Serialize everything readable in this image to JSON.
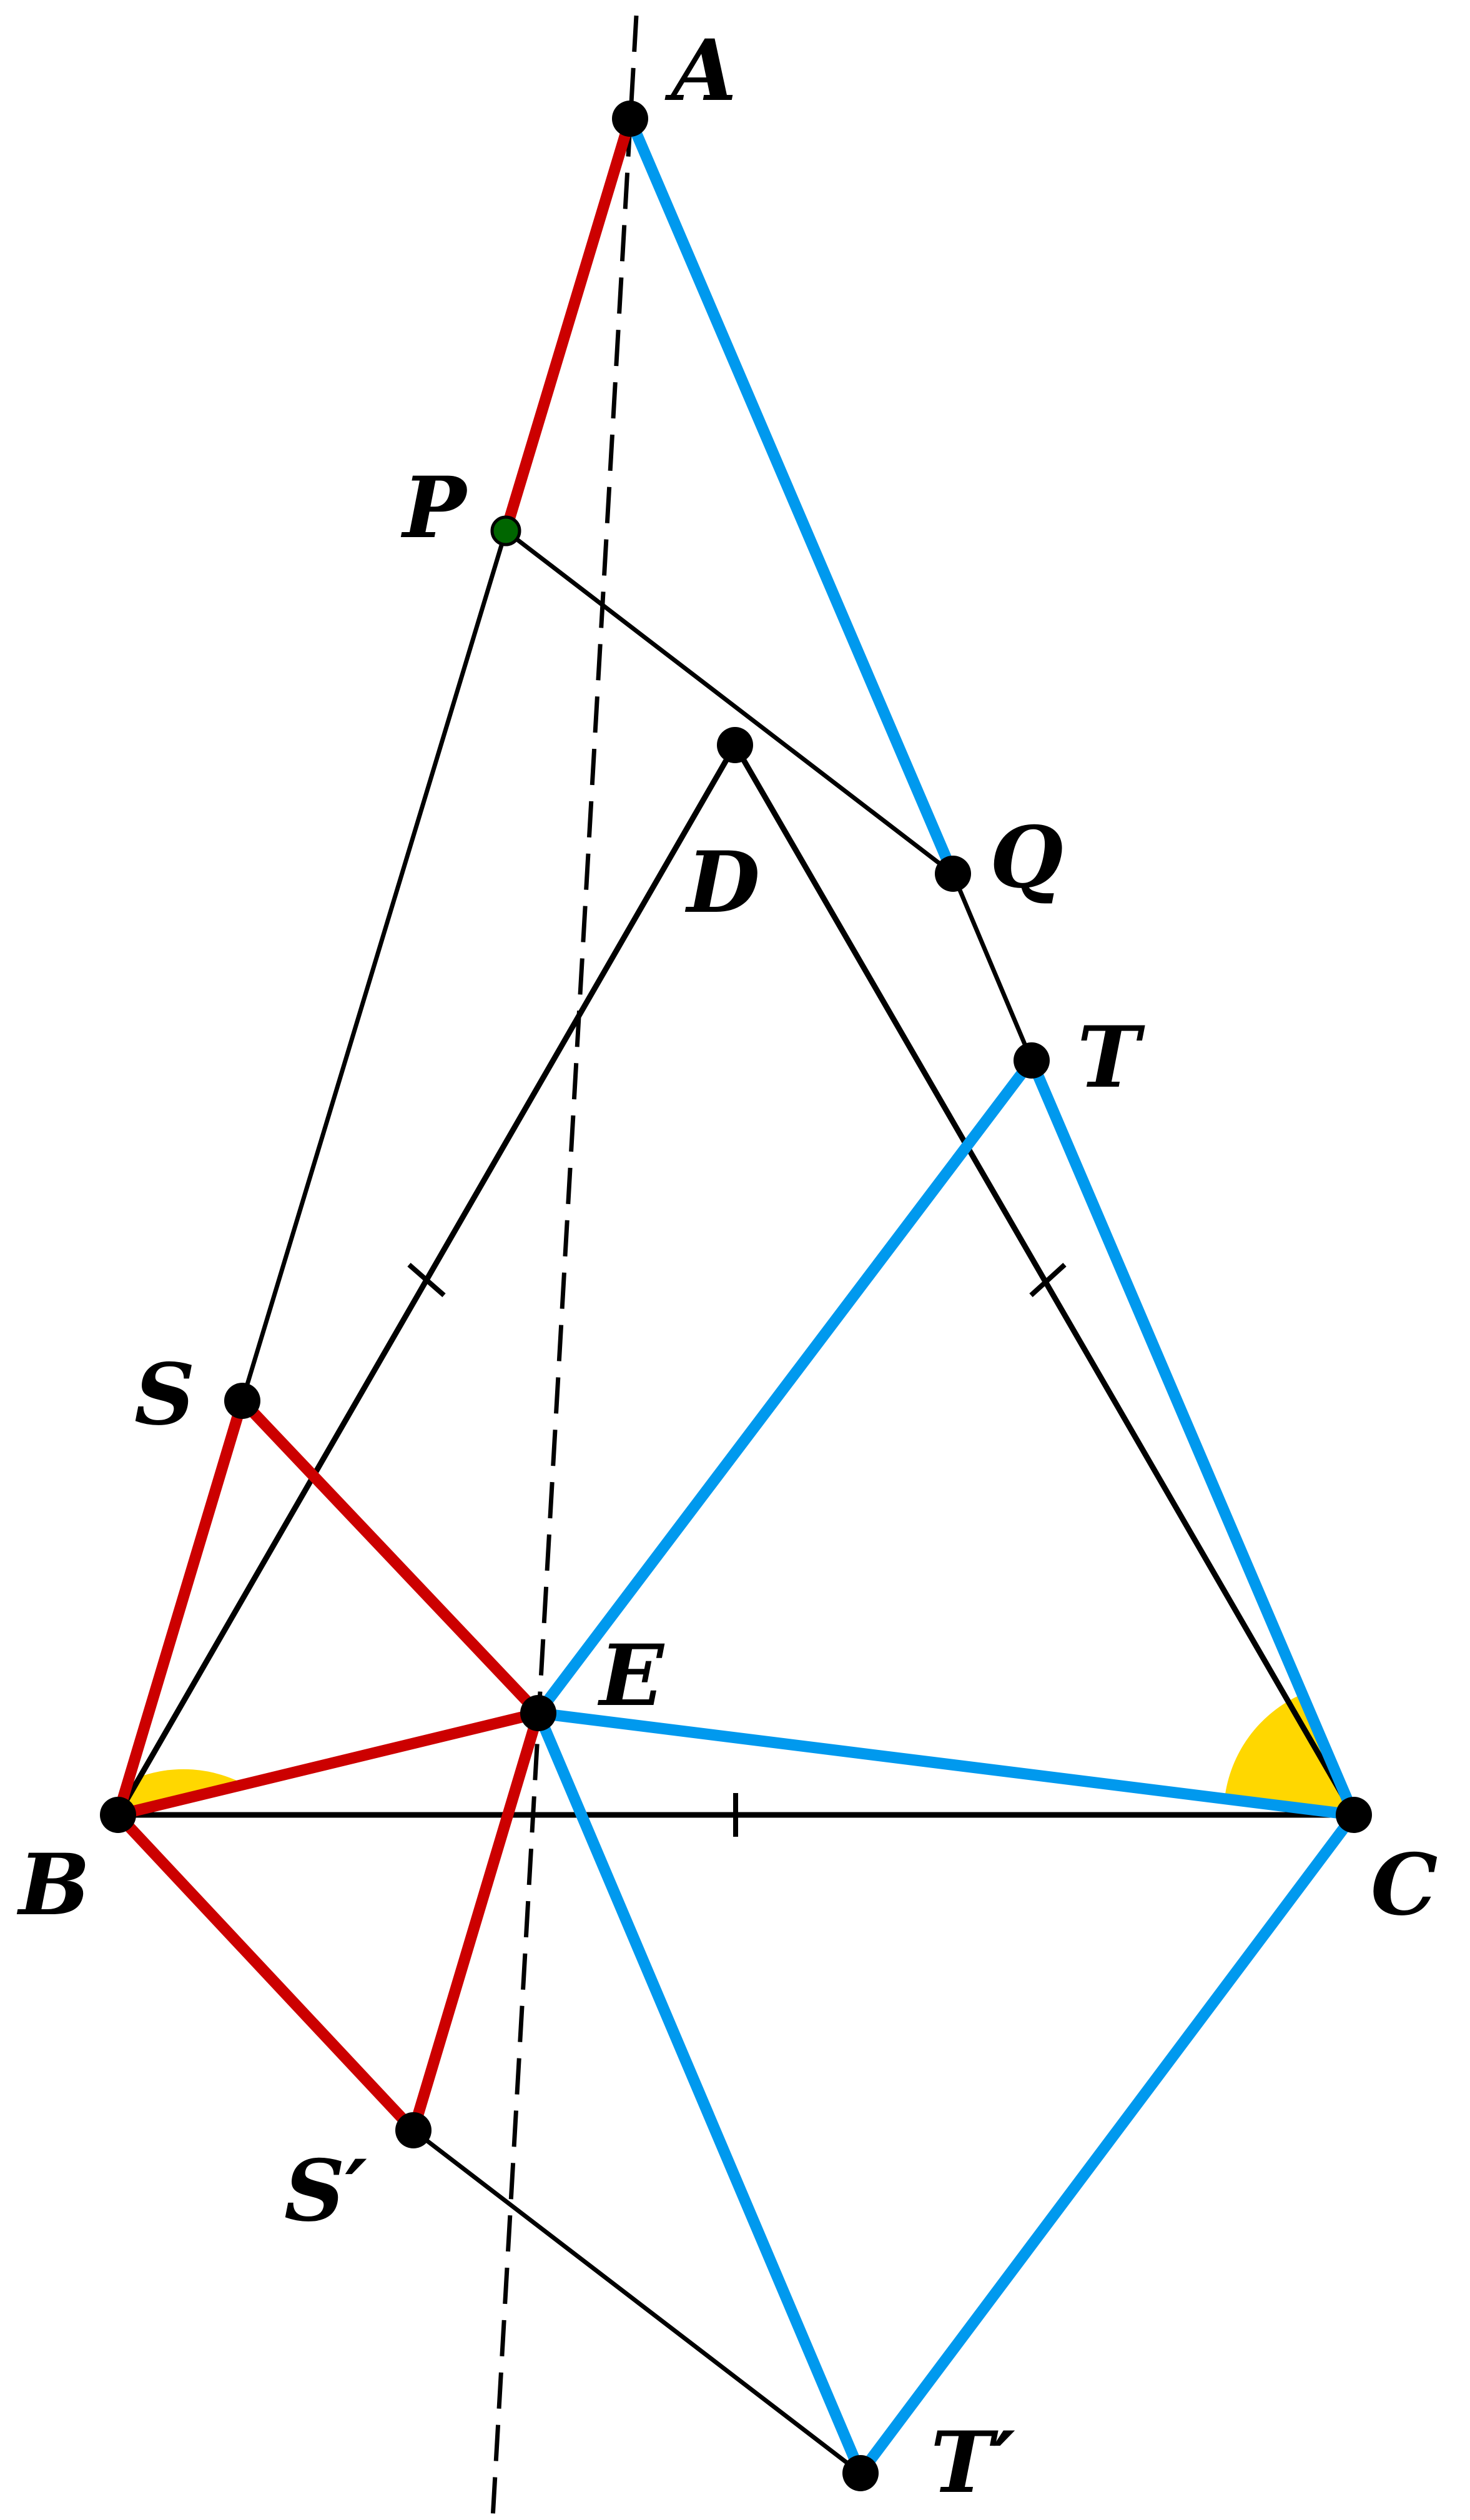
{
  "colors": {
    "red": "#cc0000",
    "blue": "#0099ee",
    "black": "#000000",
    "angle_fill": "#ffd700",
    "point_P": "#006600"
  },
  "points": {
    "A": "A",
    "P": "P",
    "D": "D",
    "Q": "Q",
    "T": "T",
    "S": "S",
    "E": "E",
    "B": "B",
    "C": "C",
    "S_prime": "S′",
    "T_prime": "T′"
  }
}
